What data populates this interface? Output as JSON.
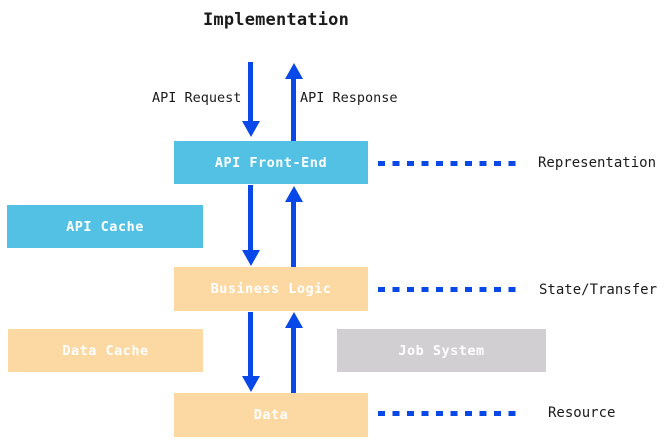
{
  "title": "Implementation",
  "colors": {
    "cyan": "#53c1e4",
    "orange": "#fcd8a2",
    "gray": "#d2cfd3",
    "blue": "#0847e8",
    "text": "#1b1b1b"
  },
  "icons": {
    "down_arrow": "▼",
    "up_arrow": "▲",
    "dashed_line": "- - - - - - - - - -"
  },
  "flow_labels": {
    "request": "API Request",
    "response": "API Response"
  },
  "boxes": {
    "api_front_end": "API Front-End",
    "api_cache": "API Cache",
    "business_logic": "Business Logic",
    "data_cache": "Data Cache",
    "job_system": "Job System",
    "data": "Data"
  },
  "right_labels": {
    "representation": "Representation",
    "state_transfer": "State/Transfer",
    "resource": "Resource"
  }
}
